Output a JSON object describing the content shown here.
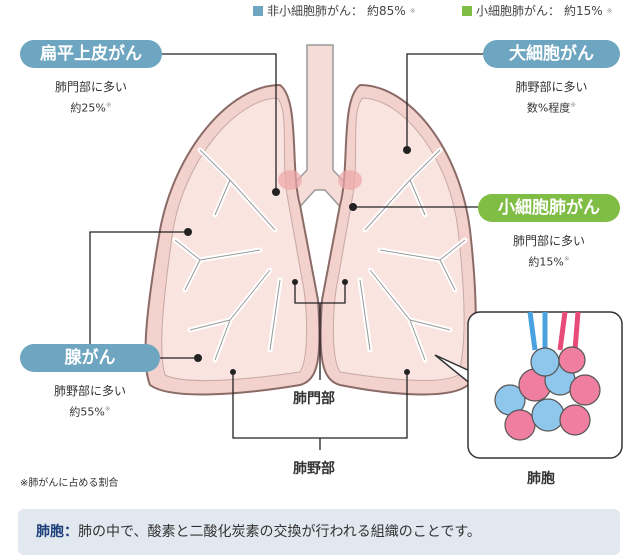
{
  "legend": [
    {
      "label": "非小細胞肺がん：",
      "value": "約85%",
      "mark": "※",
      "color": "#6ea6c1"
    },
    {
      "label": "小細胞肺がん：",
      "value": "約15%",
      "mark": "※",
      "color": "#80bd45"
    }
  ],
  "cancers": {
    "squamous": {
      "name": "扁平上皮がん",
      "location": "肺門部に多い",
      "ratio": "約25%",
      "mark": "※"
    },
    "large_cell": {
      "name": "大細胞がん",
      "location": "肺野部に多い",
      "ratio": "数%程度",
      "mark": "※"
    },
    "small_cell": {
      "name": "小細胞肺がん",
      "location": "肺門部に多い",
      "ratio": "約15%",
      "mark": "※"
    },
    "adeno": {
      "name": "腺がん",
      "location": "肺野部に多い",
      "ratio": "約55%",
      "mark": "※"
    }
  },
  "labels": {
    "hilum": "肺門部",
    "periphery": "肺野部",
    "alveolus": "肺胞"
  },
  "footnote": "※肺がんに占める割合",
  "info": {
    "term": "肺胞",
    "sep": "：",
    "text": "肺の中で、酸素と二酸化炭素の交換が行われる組織のことです。"
  }
}
